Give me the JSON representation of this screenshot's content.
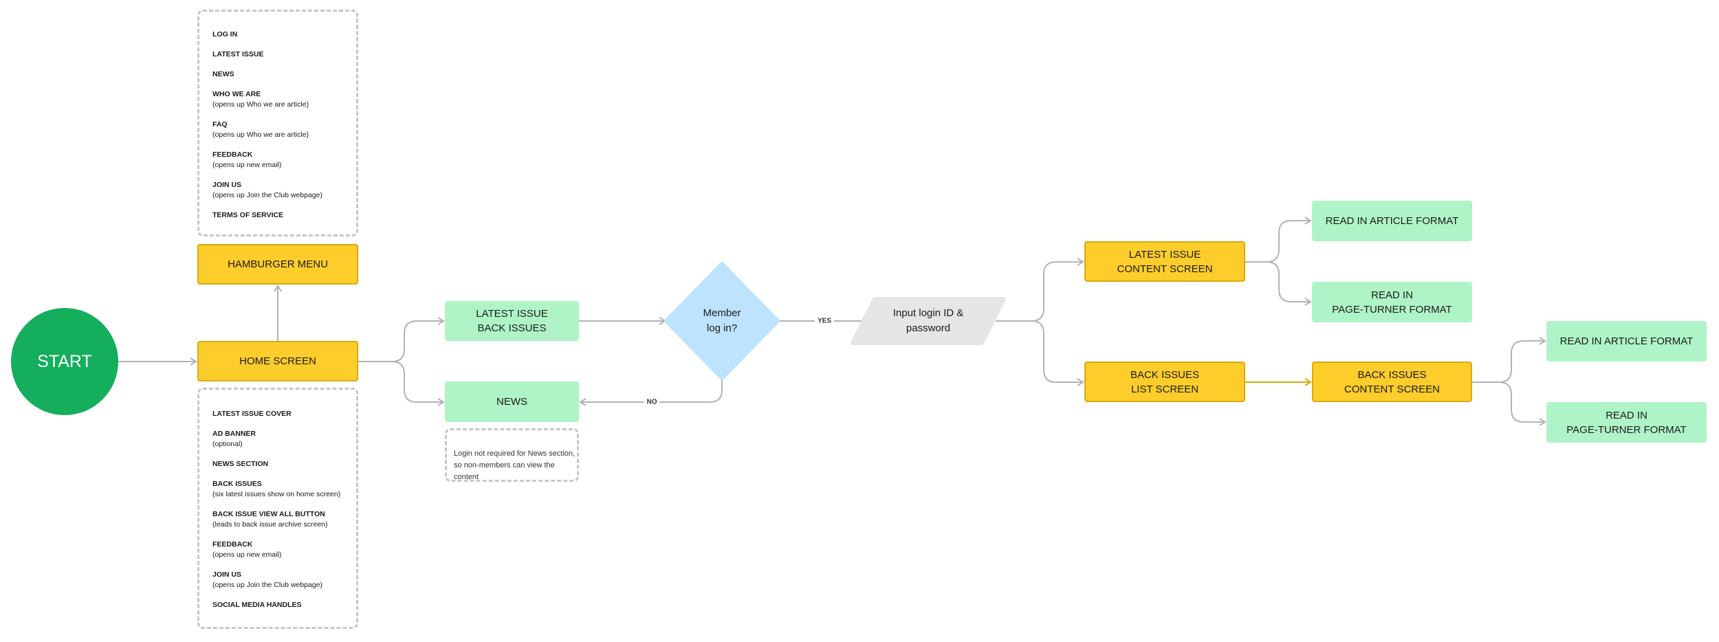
{
  "colors": {
    "start": "#14ae5c",
    "screen": "#fdcd2b",
    "content": "#aff4c6",
    "decision": "#bde3ff",
    "input": "#e6e6e6",
    "connector": "#b3b3b3",
    "highlight_connector": "#d9a90f"
  },
  "start": {
    "label": "START"
  },
  "hamburger_menu": {
    "label": "HAMBURGER MENU",
    "items": [
      {
        "title": "LOG IN"
      },
      {
        "title": "LATEST ISSUE"
      },
      {
        "title": "NEWS"
      },
      {
        "title": "WHO WE ARE",
        "sub": "(opens up Who we are article)"
      },
      {
        "title": "FAQ",
        "sub": "(opens up Who we are article)"
      },
      {
        "title": "FEEDBACK",
        "sub": "(opens up new email)"
      },
      {
        "title": "JOIN US",
        "sub": "(opens up Join the Club webpage)"
      },
      {
        "title": "TERMS OF SERVICE"
      }
    ]
  },
  "home_screen": {
    "label": "HOME SCREEN",
    "items": [
      {
        "title": "LATEST ISSUE COVER"
      },
      {
        "title": "AD BANNER",
        "sub": "(optional)"
      },
      {
        "title": "NEWS SECTION"
      },
      {
        "title": "BACK ISSUES",
        "sub": "(six latest issues show on home screen)"
      },
      {
        "title": "BACK ISSUE VIEW ALL BUTTON",
        "sub": "(leads to back issue archive screen)"
      },
      {
        "title": "FEEDBACK",
        "sub": "(opens up new email)"
      },
      {
        "title": "JOIN US",
        "sub": "(opens up Join the Club webpage)"
      },
      {
        "title": "SOCIAL MEDIA HANDLES"
      }
    ]
  },
  "latest_back": {
    "label": "LATEST ISSUE\nBACK ISSUES"
  },
  "news": {
    "label": "NEWS",
    "note": "Login not required for News section,\nso non-members can view the content"
  },
  "decision": {
    "label": "Member\nlog in?",
    "yes": "YES",
    "no": "NO"
  },
  "login_input": {
    "label": "Input login ID &\npassword"
  },
  "latest_content": {
    "label": "LATEST ISSUE\nCONTENT SCREEN"
  },
  "back_list": {
    "label": "BACK ISSUES\nLIST SCREEN"
  },
  "back_content": {
    "label": "BACK ISSUES\nCONTENT SCREEN"
  },
  "read_article_1": {
    "label": "READ IN ARTICLE FORMAT"
  },
  "read_page_1": {
    "label": "READ IN\nPAGE-TURNER FORMAT"
  },
  "read_article_2": {
    "label": "READ IN ARTICLE FORMAT"
  },
  "read_page_2": {
    "label": "READ IN\nPAGE-TURNER FORMAT"
  }
}
